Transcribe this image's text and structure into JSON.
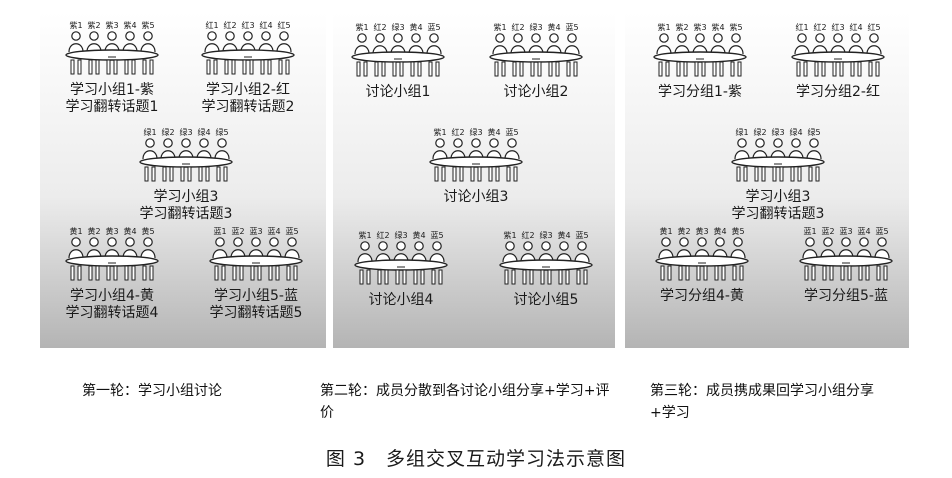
{
  "panels": [
    {
      "tables": [
        {
          "seats": [
            "紫1",
            "紫2",
            "紫3",
            "紫4",
            "紫5"
          ],
          "label_lines": [
            "学习小组1-紫",
            "学习翻转话题1"
          ]
        },
        {
          "seats": [
            "红1",
            "红2",
            "红3",
            "红4",
            "红5"
          ],
          "label_lines": [
            "学习小组2-红",
            "学习翻转话题2"
          ]
        },
        {
          "seats": [
            "绿1",
            "绿2",
            "绿3",
            "绿4",
            "绿5"
          ],
          "label_lines": [
            "学习小组3",
            "学习翻转话题3"
          ]
        },
        {
          "seats": [
            "黄1",
            "黄2",
            "黄3",
            "黄4",
            "黄5"
          ],
          "label_lines": [
            "学习小组4-黄",
            "学习翻转话题4"
          ]
        },
        {
          "seats": [
            "蓝1",
            "蓝2",
            "蓝3",
            "蓝4",
            "蓝5"
          ],
          "label_lines": [
            "学习小组5-蓝",
            "学习翻转话题5"
          ]
        }
      ]
    },
    {
      "tables": [
        {
          "seats": [
            "紫1",
            "红2",
            "绿3",
            "黄4",
            "蓝5"
          ],
          "label_lines": [
            "讨论小组1"
          ]
        },
        {
          "seats": [
            "紫1",
            "红2",
            "绿3",
            "黄4",
            "蓝5"
          ],
          "label_lines": [
            "讨论小组2"
          ]
        },
        {
          "seats": [
            "紫1",
            "红2",
            "绿3",
            "黄4",
            "蓝5"
          ],
          "label_lines": [
            "讨论小组3"
          ]
        },
        {
          "seats": [
            "紫1",
            "红2",
            "绿3",
            "黄4",
            "蓝5"
          ],
          "label_lines": [
            "讨论小组4"
          ]
        },
        {
          "seats": [
            "紫1",
            "红2",
            "绿3",
            "黄4",
            "蓝5"
          ],
          "label_lines": [
            "讨论小组5"
          ]
        }
      ]
    },
    {
      "tables": [
        {
          "seats": [
            "紫1",
            "紫2",
            "紫3",
            "紫4",
            "紫5"
          ],
          "label_lines": [
            "学习分组1-紫"
          ]
        },
        {
          "seats": [
            "红1",
            "红2",
            "红3",
            "红4",
            "红5"
          ],
          "label_lines": [
            "学习分组2-红"
          ]
        },
        {
          "seats": [
            "绿1",
            "绿2",
            "绿3",
            "绿4",
            "绿5"
          ],
          "label_lines": [
            "学习小组3",
            "学习翻转话题3"
          ]
        },
        {
          "seats": [
            "黄1",
            "黄2",
            "黄3",
            "黄4",
            "黄5"
          ],
          "label_lines": [
            "学习分组4-黄"
          ]
        },
        {
          "seats": [
            "蓝1",
            "蓝2",
            "蓝3",
            "蓝4",
            "蓝5"
          ],
          "label_lines": [
            "学习分组5-蓝"
          ]
        }
      ]
    }
  ],
  "captions": {
    "round1": "第一轮：学习小组讨论",
    "round2": "第二轮：成员分散到各讨论小组分享+学习+评价",
    "round3": "第三轮：成员携成果回学习小组分享+学习"
  },
  "figure_caption": "图 3　多组交叉互动学习法示意图"
}
